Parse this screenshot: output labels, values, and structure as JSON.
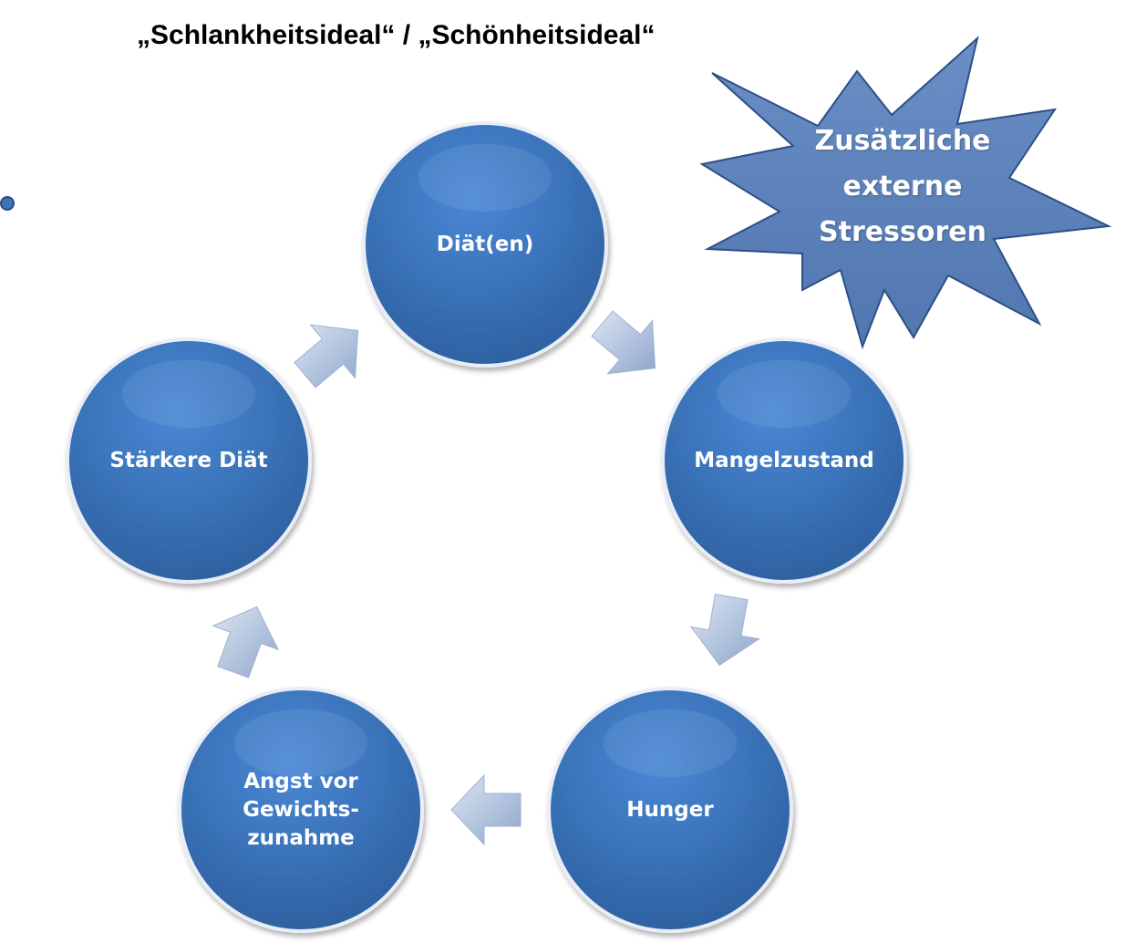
{
  "title": "„Schlankheitsideal“ / „Schönheitsideal“",
  "star": {
    "label": "Zusätzliche\nexterne\nStressoren",
    "fill": "#5b81ba",
    "stroke": "#2d4f86"
  },
  "cycle": {
    "nodes": [
      {
        "id": "diaet",
        "label": "Diät(en)"
      },
      {
        "id": "mangelzustand",
        "label": "Mangelzustand"
      },
      {
        "id": "hunger",
        "label": "Hunger"
      },
      {
        "id": "angst",
        "label": "Angst vor\nGewichts-\nzunahme"
      },
      {
        "id": "staerkere-diaet",
        "label": "Stärkere Diät"
      }
    ],
    "node_color_light": "#4a88d6",
    "node_color_dark": "#2c5f9e",
    "arrow_color_light": "#c9d6ea",
    "arrow_color_dark": "#8ea6cb"
  }
}
